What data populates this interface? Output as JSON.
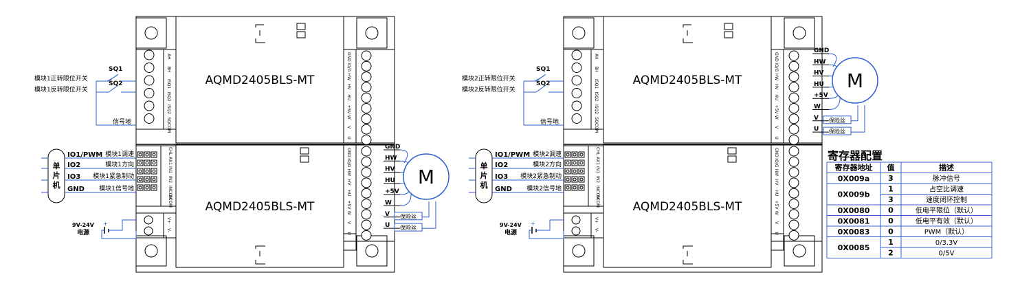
{
  "left": {
    "boards": [
      {
        "model": "AQMD2405BLS-MT"
      },
      {
        "model": "AQMD2405BLS-MT"
      }
    ],
    "switches": [
      {
        "name": "SQ1",
        "label": "模块1正转限位开关"
      },
      {
        "name": "SQ2",
        "label": "模块1反转限位开关"
      }
    ],
    "signal_ground": "信号地",
    "mcu": {
      "label": "单\n片\n机",
      "chars": [
        "单",
        "片",
        "机"
      ],
      "pins": [
        {
          "pin": "IO1/PWM",
          "func": "模块1调速"
        },
        {
          "pin": "IO2",
          "func": "模块1方向"
        },
        {
          "pin": "IO3",
          "func": "模块1紧急制动"
        },
        {
          "pin": "GND",
          "func": "模块1信号地"
        }
      ]
    },
    "power": {
      "voltage": "9V-24V",
      "label": "电源",
      "plus": "+"
    },
    "motor": {
      "symbol": "M",
      "wires": [
        "GND",
        "HW",
        "HV",
        "HU",
        "+5V",
        "W",
        "V",
        "U"
      ],
      "fuse": "保险丝"
    },
    "top_terminal_labels": [
      "AH",
      "BH",
      "ISQ1",
      "ISQ2",
      "ISQ2",
      "SQCOM"
    ],
    "right_terminal_labels": [
      "GND",
      "IO/G",
      "HW",
      "HV",
      "HU",
      "+5V",
      "W",
      "V",
      "U"
    ],
    "mid_terminal_labels": [
      "CHL",
      "AX1",
      "IN1",
      "IN2",
      "INCOM",
      "SCOM"
    ]
  },
  "right": {
    "boards": [
      {
        "model": "AQMD2405BLS-MT"
      },
      {
        "model": "AQMD2405BLS-MT"
      }
    ],
    "switches": [
      {
        "name": "SQ1",
        "label": "模块2正转限位开关"
      },
      {
        "name": "SQ2",
        "label": "模块2反转限位开关"
      }
    ],
    "signal_ground": "信号地",
    "mcu": {
      "chars": [
        "单",
        "片",
        "机"
      ],
      "pins": [
        {
          "pin": "IO1/PWM",
          "func": "模块2调速"
        },
        {
          "pin": "IO2",
          "func": "模块2方向"
        },
        {
          "pin": "IO3",
          "func": "模块2紧急制动"
        },
        {
          "pin": "GND",
          "func": "模块2信号地"
        }
      ]
    },
    "power": {
      "voltage": "9V-24V",
      "label": "电源",
      "plus": "+"
    },
    "motor": {
      "symbol": "M",
      "wires": [
        "GND",
        "HW",
        "HV",
        "HU",
        "+5V",
        "W",
        "V",
        "U"
      ],
      "fuse": "保险丝"
    }
  },
  "register_table": {
    "title": "寄存器配置",
    "headers": [
      "寄存器地址",
      "值",
      "描述"
    ],
    "rows": [
      {
        "addr": "0X009a",
        "entries": [
          {
            "value": "3",
            "desc": "脉冲信号"
          }
        ]
      },
      {
        "addr": "0X009b",
        "entries": [
          {
            "value": "1",
            "desc": "占空比调速"
          },
          {
            "value": "3",
            "desc": "速度闭环控制"
          }
        ]
      },
      {
        "addr": "0X0080",
        "entries": [
          {
            "value": "0",
            "desc": "低电平限位（默认）"
          }
        ]
      },
      {
        "addr": "0X0081",
        "entries": [
          {
            "value": "0",
            "desc": "低电平有效（默认）"
          }
        ]
      },
      {
        "addr": "0X0083",
        "entries": [
          {
            "value": "0",
            "desc": "PWM（默认）"
          }
        ]
      },
      {
        "addr": "0X0085",
        "entries": [
          {
            "value": "1",
            "desc": "0/3.3V"
          },
          {
            "value": "2",
            "desc": "0/5V"
          }
        ]
      }
    ]
  },
  "colors": {
    "wire": "#2f5fd0",
    "line": "#000000",
    "table_border": "#3a5fc8"
  }
}
